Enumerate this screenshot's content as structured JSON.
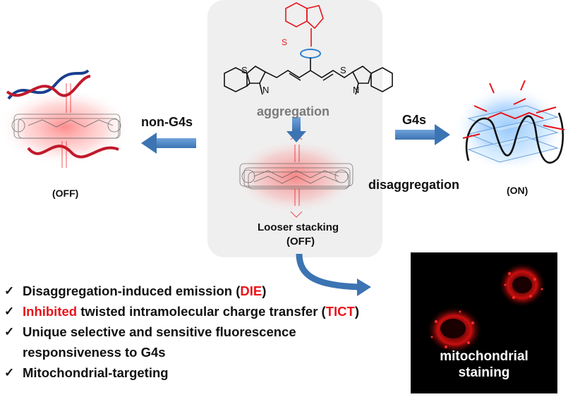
{
  "center": {
    "atom_s_top": "S",
    "atom_s_left": "S",
    "atom_n_left": "N",
    "atom_s_right": "S",
    "atom_n_right": "N",
    "aggregation": "aggregation",
    "stacking_line1": "Looser stacking",
    "stacking_line2": "(OFF)"
  },
  "left": {
    "arrow_label": "non-G4s",
    "state": "(OFF)"
  },
  "right": {
    "arrow_label": "G4s",
    "sub_label": "disaggregation",
    "state": "(ON)"
  },
  "bullets": [
    {
      "pre": "Disaggregation-induced emission (",
      "hl": "DIE",
      "post": ")"
    },
    {
      "pre": "",
      "hl": "Inhibited",
      "post": " twisted intramolecular charge transfer (",
      "hl2": "TICT",
      "post2": ")"
    },
    {
      "pre": "Unique selective and sensitive fluorescence",
      "hl": "",
      "post": ""
    },
    {
      "pre": "responsiveness to G4s",
      "hl": "",
      "post": ""
    },
    {
      "pre": "Mitochondrial-targeting",
      "hl": "",
      "post": ""
    }
  ],
  "check_mark": "✓",
  "micro": {
    "line1": "mitochondrial",
    "line2": "staining"
  },
  "colors": {
    "accent_red": "#e8141a",
    "arrow_blue": "#4a86c5",
    "panel_gray": "#efefef"
  }
}
